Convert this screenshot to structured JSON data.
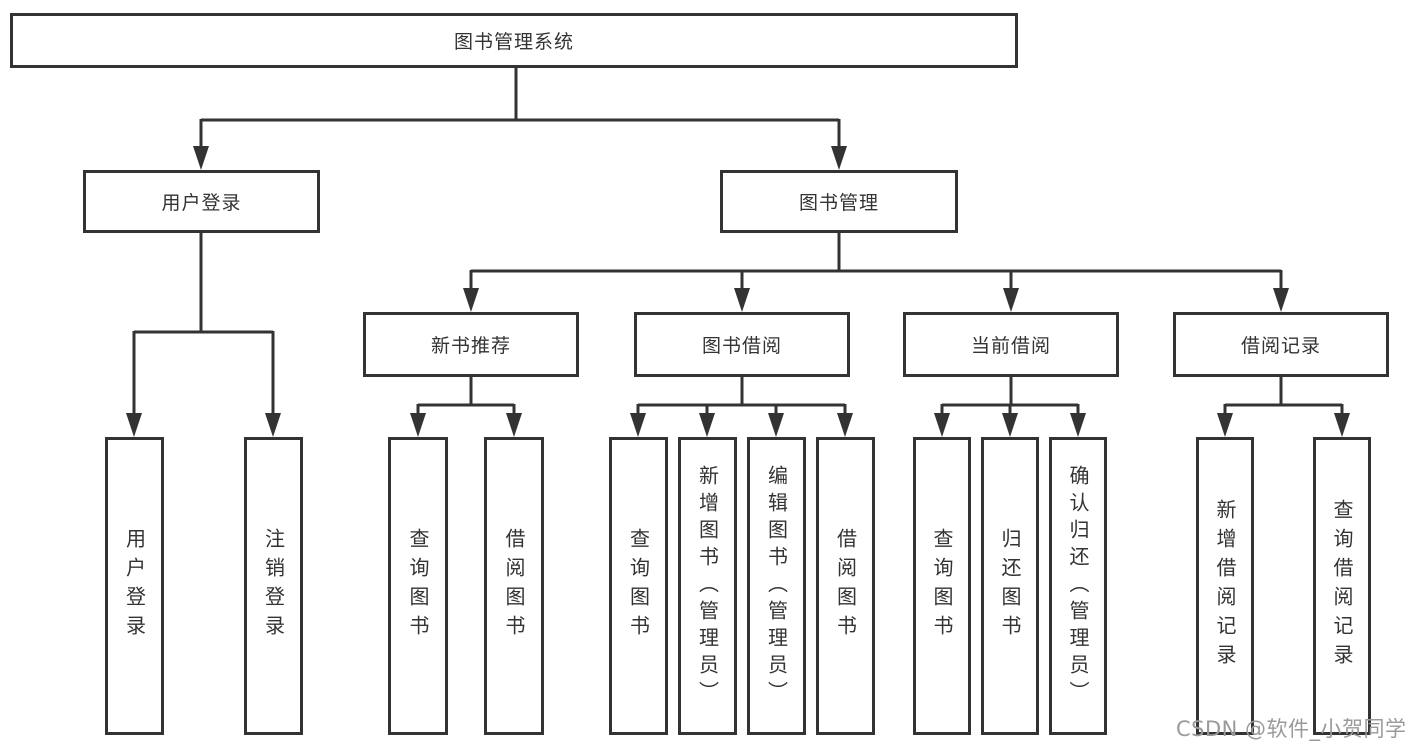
{
  "diagram_type": "tree-diagram",
  "colors": {
    "line": "#333333",
    "box_border": "#333333",
    "box_background": "#ffffff",
    "text": "#333333",
    "watermark_text": "#9a9a9a",
    "page_background": "#ffffff"
  },
  "nodes": {
    "root": "图书管理系统",
    "user_login": "用户登录",
    "book_mgmt": "图书管理",
    "new_book_rec": "新书推荐",
    "book_borrow": "图书借阅",
    "current_borrow": "当前借阅",
    "borrow_records": "借阅记录",
    "ul_user_login": "用户登录",
    "ul_logout": "注销登录",
    "nr_query_book": "查询图书",
    "nr_borrow_book": "借阅图书",
    "bb_query_book": "查询图书",
    "bb_add_book": "新增图书（管理员）",
    "bb_edit_book": "编辑图书（管理员）",
    "bb_borrow_book": "借阅图书",
    "cb_query_book": "查询图书",
    "cb_return_book": "归还图书",
    "cb_confirm_return": "确认归还（管理员）",
    "br_add_record": "新增借阅记录",
    "br_query_record": "查询借阅记录"
  },
  "watermark": "CSDN @软件_小贺同学"
}
